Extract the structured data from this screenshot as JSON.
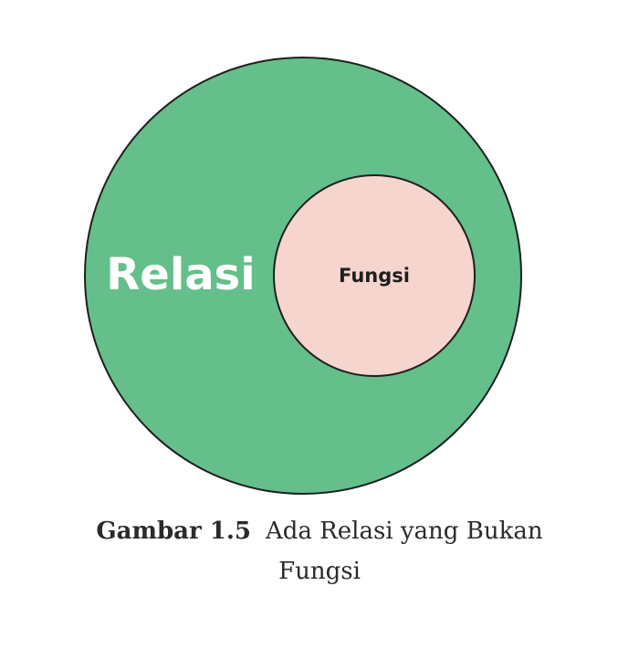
{
  "diagram": {
    "outer_set": {
      "label": "Relasi",
      "fill": "#64bf8a",
      "stroke": "#1f1f1f",
      "label_color": "#ffffff"
    },
    "inner_set": {
      "label": "Fungsi",
      "fill": "#f5d5cd",
      "stroke": "#1f1f1f",
      "label_color": "#1f1f1f"
    }
  },
  "caption": {
    "label": "Gambar 1.5",
    "text_line1": "Ada Relasi yang Bukan",
    "text_line2": "Fungsi"
  }
}
